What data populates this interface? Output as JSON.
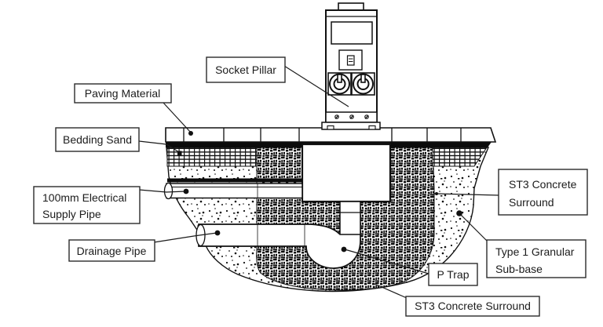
{
  "diagram": {
    "background_color": "#ffffff",
    "line_color": "#1a1a1a",
    "labels": {
      "socket_pillar": "Socket Pillar",
      "paving_material": "Paving Material",
      "bedding_sand": "Bedding Sand",
      "electrical_supply_pipe_line1": "100mm Electrical",
      "electrical_supply_pipe_line2": "Supply Pipe",
      "drainage_pipe": "Drainage Pipe",
      "st3_concrete_surround_right_line1": "ST3 Concrete",
      "st3_concrete_surround_right_line2": "Surround",
      "type1_granular_subbase_line1": "Type 1 Granular",
      "type1_granular_subbase_line2": "Sub-base",
      "p_trap": "P Trap",
      "st3_concrete_surround_bottom": "ST3 Concrete Surround"
    }
  }
}
